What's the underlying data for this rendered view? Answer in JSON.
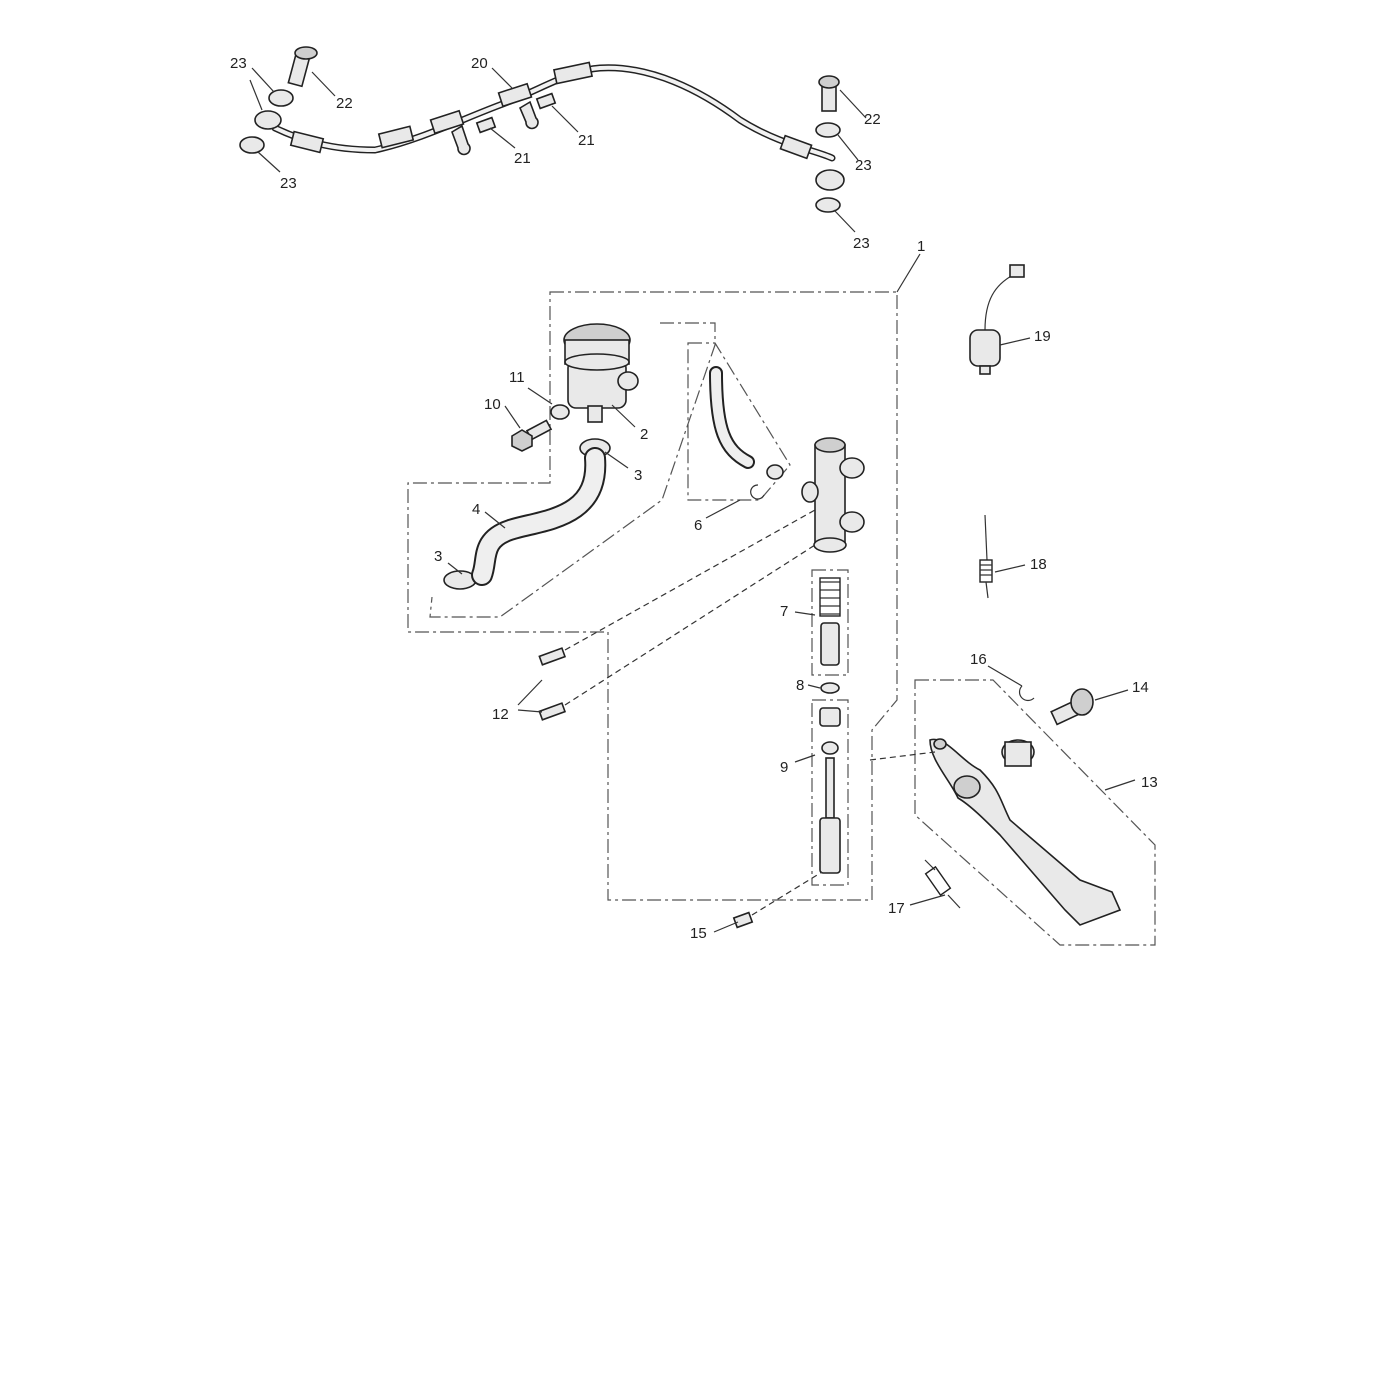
{
  "diagram": {
    "background": "#ffffff",
    "line_color": "#333333",
    "labels": [
      {
        "id": "23",
        "text": "23"
      },
      {
        "id": "22",
        "text": "22"
      },
      {
        "id": "20",
        "text": "20"
      },
      {
        "id": "21",
        "text": "21"
      },
      {
        "id": "1",
        "text": "1"
      },
      {
        "id": "19",
        "text": "19"
      },
      {
        "id": "2",
        "text": "2"
      },
      {
        "id": "3",
        "text": "3"
      },
      {
        "id": "4",
        "text": "4"
      },
      {
        "id": "6",
        "text": "6"
      },
      {
        "id": "7",
        "text": "7"
      },
      {
        "id": "8",
        "text": "8"
      },
      {
        "id": "9",
        "text": "9"
      },
      {
        "id": "10",
        "text": "10"
      },
      {
        "id": "11",
        "text": "11"
      },
      {
        "id": "12",
        "text": "12"
      },
      {
        "id": "13",
        "text": "13"
      },
      {
        "id": "14",
        "text": "14"
      },
      {
        "id": "15",
        "text": "15"
      },
      {
        "id": "16",
        "text": "16"
      },
      {
        "id": "17",
        "text": "17"
      },
      {
        "id": "18",
        "text": "18"
      }
    ]
  }
}
